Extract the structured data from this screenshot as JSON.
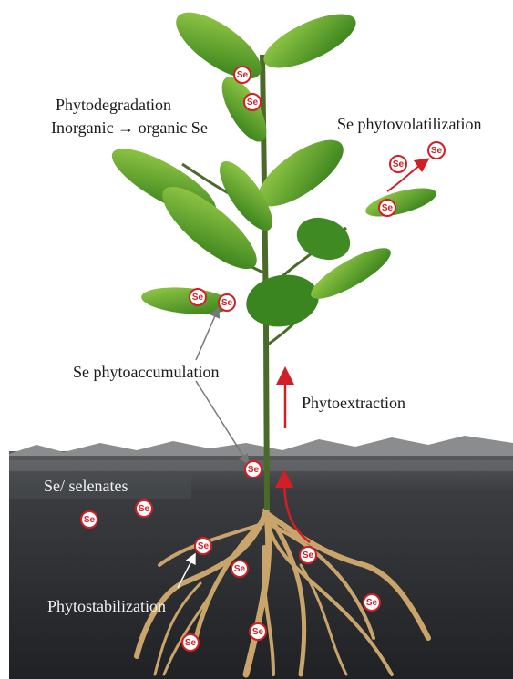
{
  "labels": {
    "phytodegradation_line1": "Phytodegradation",
    "phytodegradation_line2_left": "Inorganic",
    "phytodegradation_line2_right": "organic Se",
    "phytovolatilization": "Se phytovolatilization",
    "phytoaccumulation": "Se phytoaccumulation",
    "phytoextraction": "Phytoextraction",
    "selenates": "Se/ selenates",
    "phytostabilization": "Phytostabilization"
  },
  "se_marker_text": "Se",
  "colors": {
    "marker_red": "#d21f26",
    "leaf": "#3f8f1f",
    "leaf_light": "#8cc63f",
    "soil": "#2b2d30",
    "root": "#c9a56a"
  }
}
